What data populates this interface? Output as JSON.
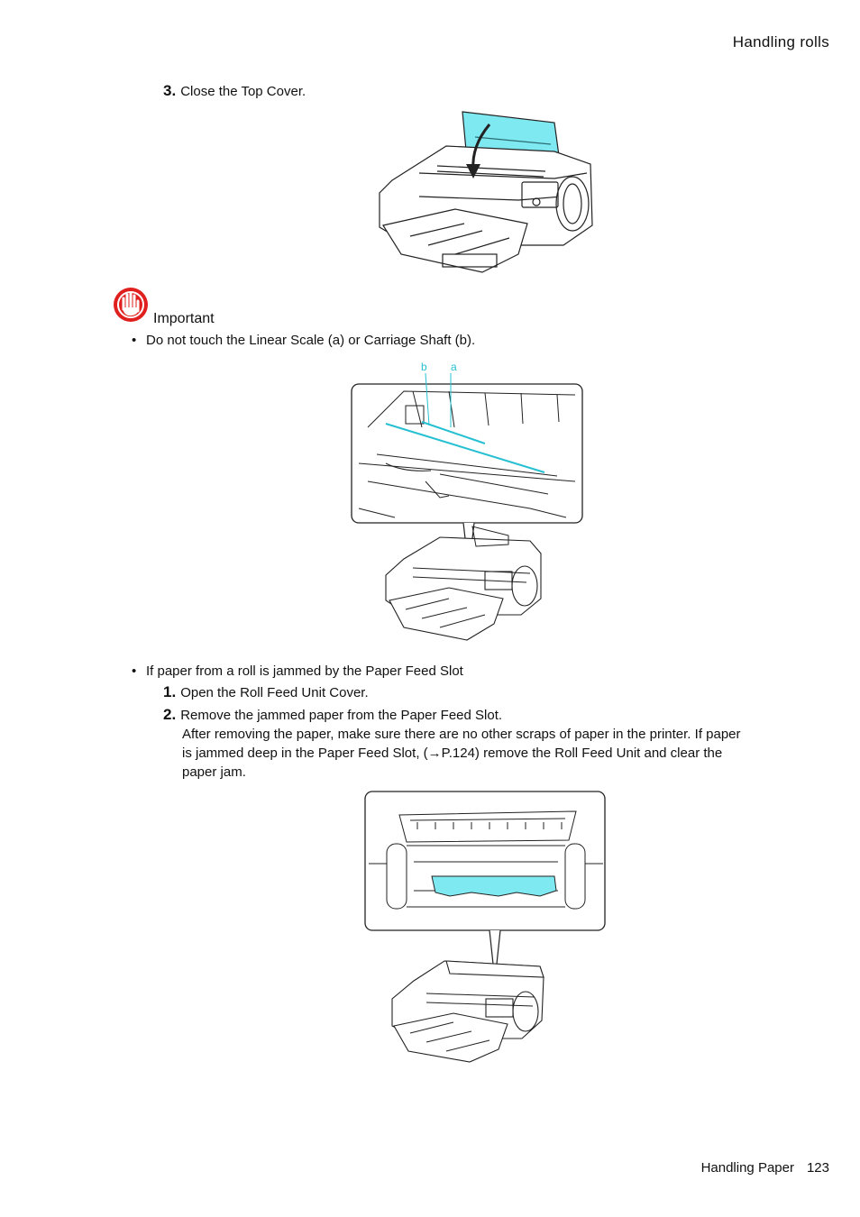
{
  "header": {
    "section_title": "Handling rolls"
  },
  "step_close": {
    "number": "3.",
    "text": "Close the Top Cover."
  },
  "important": {
    "heading": "Important",
    "bullet": "•",
    "note": "Do not touch the Linear Scale (a) or Carriage Shaft (b).",
    "callout_labels": {
      "b": "b",
      "a": "a"
    }
  },
  "jam": {
    "bullet": "•",
    "intro": "If paper from a roll is jammed by the Paper Feed Slot",
    "steps": [
      {
        "number": "1.",
        "text": "Open the Roll Feed Unit Cover."
      },
      {
        "number": "2.",
        "text": "Remove the jammed paper from the Paper Feed Slot."
      }
    ],
    "detail_lines": [
      "After removing the paper, make sure there are no other scraps of paper in the printer.  If paper",
      "is jammed deep in the Paper Feed Slot, (→P.124) remove the Roll Feed Unit and clear the",
      "paper jam."
    ]
  },
  "footer": {
    "chapter": "Handling Paper",
    "page_number": "123"
  },
  "colors": {
    "highlight": "#7fe9f2",
    "outline": "#222222",
    "important_icon": "#e0201e"
  },
  "icons": [
    "important-hand-icon",
    "arrow-down-icon"
  ]
}
